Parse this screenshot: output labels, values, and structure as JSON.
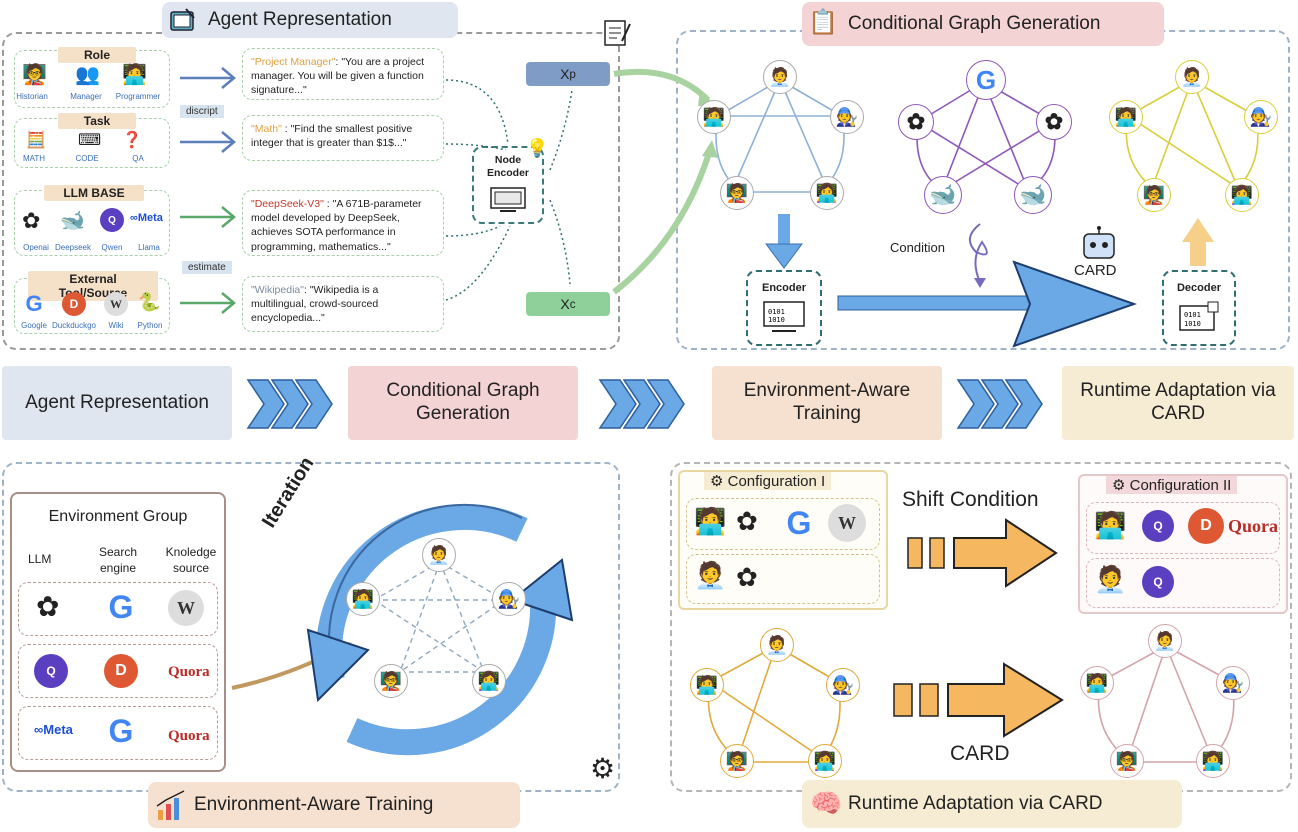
{
  "panels": {
    "agent_representation": "Agent Representation",
    "conditional_graph_generation": "Conditional Graph Generation",
    "environment_aware_training": "Environment-Aware Training",
    "runtime_adaptation": "Runtime Adaptation via CARD"
  },
  "flow": {
    "step1": "Agent Representation",
    "step2": "Conditional Graph Generation",
    "step3": "Environment-Aware Training",
    "step4": "Runtime Adaptation via CARD"
  },
  "role": {
    "title": "Role",
    "items": [
      "Historian",
      "Manager",
      "Programmer"
    ]
  },
  "task": {
    "title": "Task",
    "items": [
      "MATH",
      "CODE",
      "QA"
    ]
  },
  "llm_base": {
    "title": "LLM BASE",
    "items": [
      "Openai",
      "Deepseek",
      "Qwen",
      "Llama"
    ]
  },
  "tools": {
    "title": "External Tool/Source",
    "items": [
      "Google",
      "Duckduckgo",
      "Wiki",
      "Python"
    ]
  },
  "tags": {
    "discript": "discript",
    "estimate": "estimate"
  },
  "descriptions": {
    "d1_key": "\"Project Manager\"",
    "d1_text": ": \"You are a project manager. You will be given a function signature...\"",
    "d2_key": "\"Math\"",
    "d2_text": " : \"Find the smallest positive integer that is greater than $1$...\"",
    "d3_key": "\"DeepSeek-V3\"",
    "d3_text": " : \"A 671B-parameter model developed by DeepSeek, achieves SOTA performance in programming, mathematics...\"",
    "d4_key": "\"Wikipedia\"",
    "d4_text": ": \"Wikipedia is a multilingual, crowd-sourced encyclopedia...\""
  },
  "node_encoder": "Node Encoder",
  "xp": "X",
  "xp_sub": "p",
  "xc": "X",
  "xc_sub": "c",
  "encoder": "Encoder",
  "decoder": "Decoder",
  "condition": "Condition",
  "card": "CARD",
  "meta": "Meta",
  "environment_group": {
    "title": "Environment Group",
    "col1": "LLM",
    "col2": "Search engine",
    "col3": "Knoledge source",
    "quora": "Quora"
  },
  "iteration": "Iteration",
  "config1": "Configuration I",
  "config2": "Configuration II",
  "shift_condition": "Shift Condition",
  "card_bottom": "CARD",
  "colors": {
    "blue_tab": "#dfe6ef",
    "pink_tab": "#f3d3d3",
    "peach_tab": "#f6e0cf",
    "cream_tab": "#f6ecd3",
    "arrow_blue": "#4a8fdc",
    "arrow_orange": "#f5b860",
    "xp_box": "#7e9cc6",
    "xc_box": "#8fd09a"
  },
  "icons": [
    "gear-icon",
    "notepad-icon",
    "clipboard-icon",
    "robot-icon",
    "brain-icon",
    "chart-icon",
    "head-gear-icon",
    "google-icon",
    "openai-icon",
    "deepseek-icon",
    "qwen-icon",
    "wikipedia-icon",
    "duckduckgo-icon",
    "python-icon"
  ]
}
